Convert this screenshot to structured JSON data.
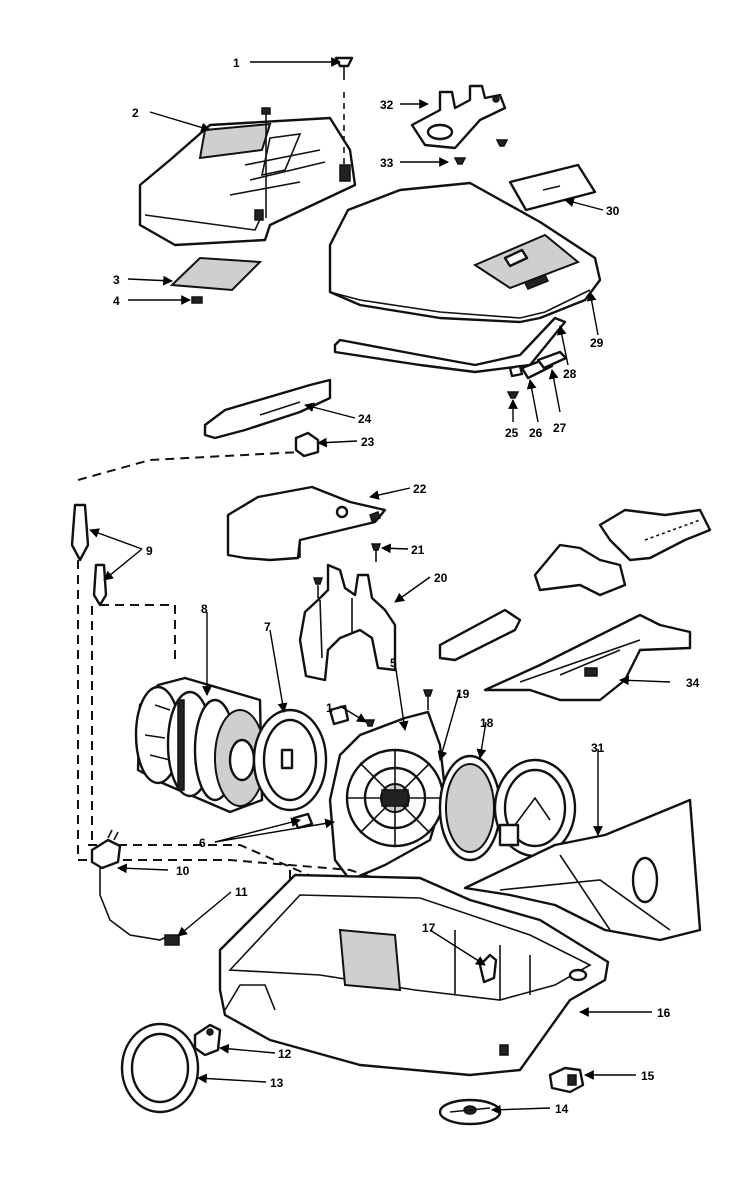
{
  "diagram": {
    "part_labels": {
      "p1": "1",
      "p1b": "1",
      "p2": "2",
      "p3": "3",
      "p4": "4",
      "p5": "5",
      "p6": "6",
      "p7": "7",
      "p8": "8",
      "p9": "9",
      "p10": "10",
      "p11": "11",
      "p12": "12",
      "p13": "13",
      "p14": "14",
      "p15": "15",
      "p16": "16",
      "p17": "17",
      "p18": "18",
      "p19": "19",
      "p20": "20",
      "p21": "21",
      "p22": "22",
      "p23": "23",
      "p24": "24",
      "p25": "25",
      "p26": "26",
      "p27": "27",
      "p28": "28",
      "p29": "29",
      "p30": "30",
      "p31": "31",
      "p32": "32",
      "p33": "33",
      "p34": "34"
    }
  }
}
